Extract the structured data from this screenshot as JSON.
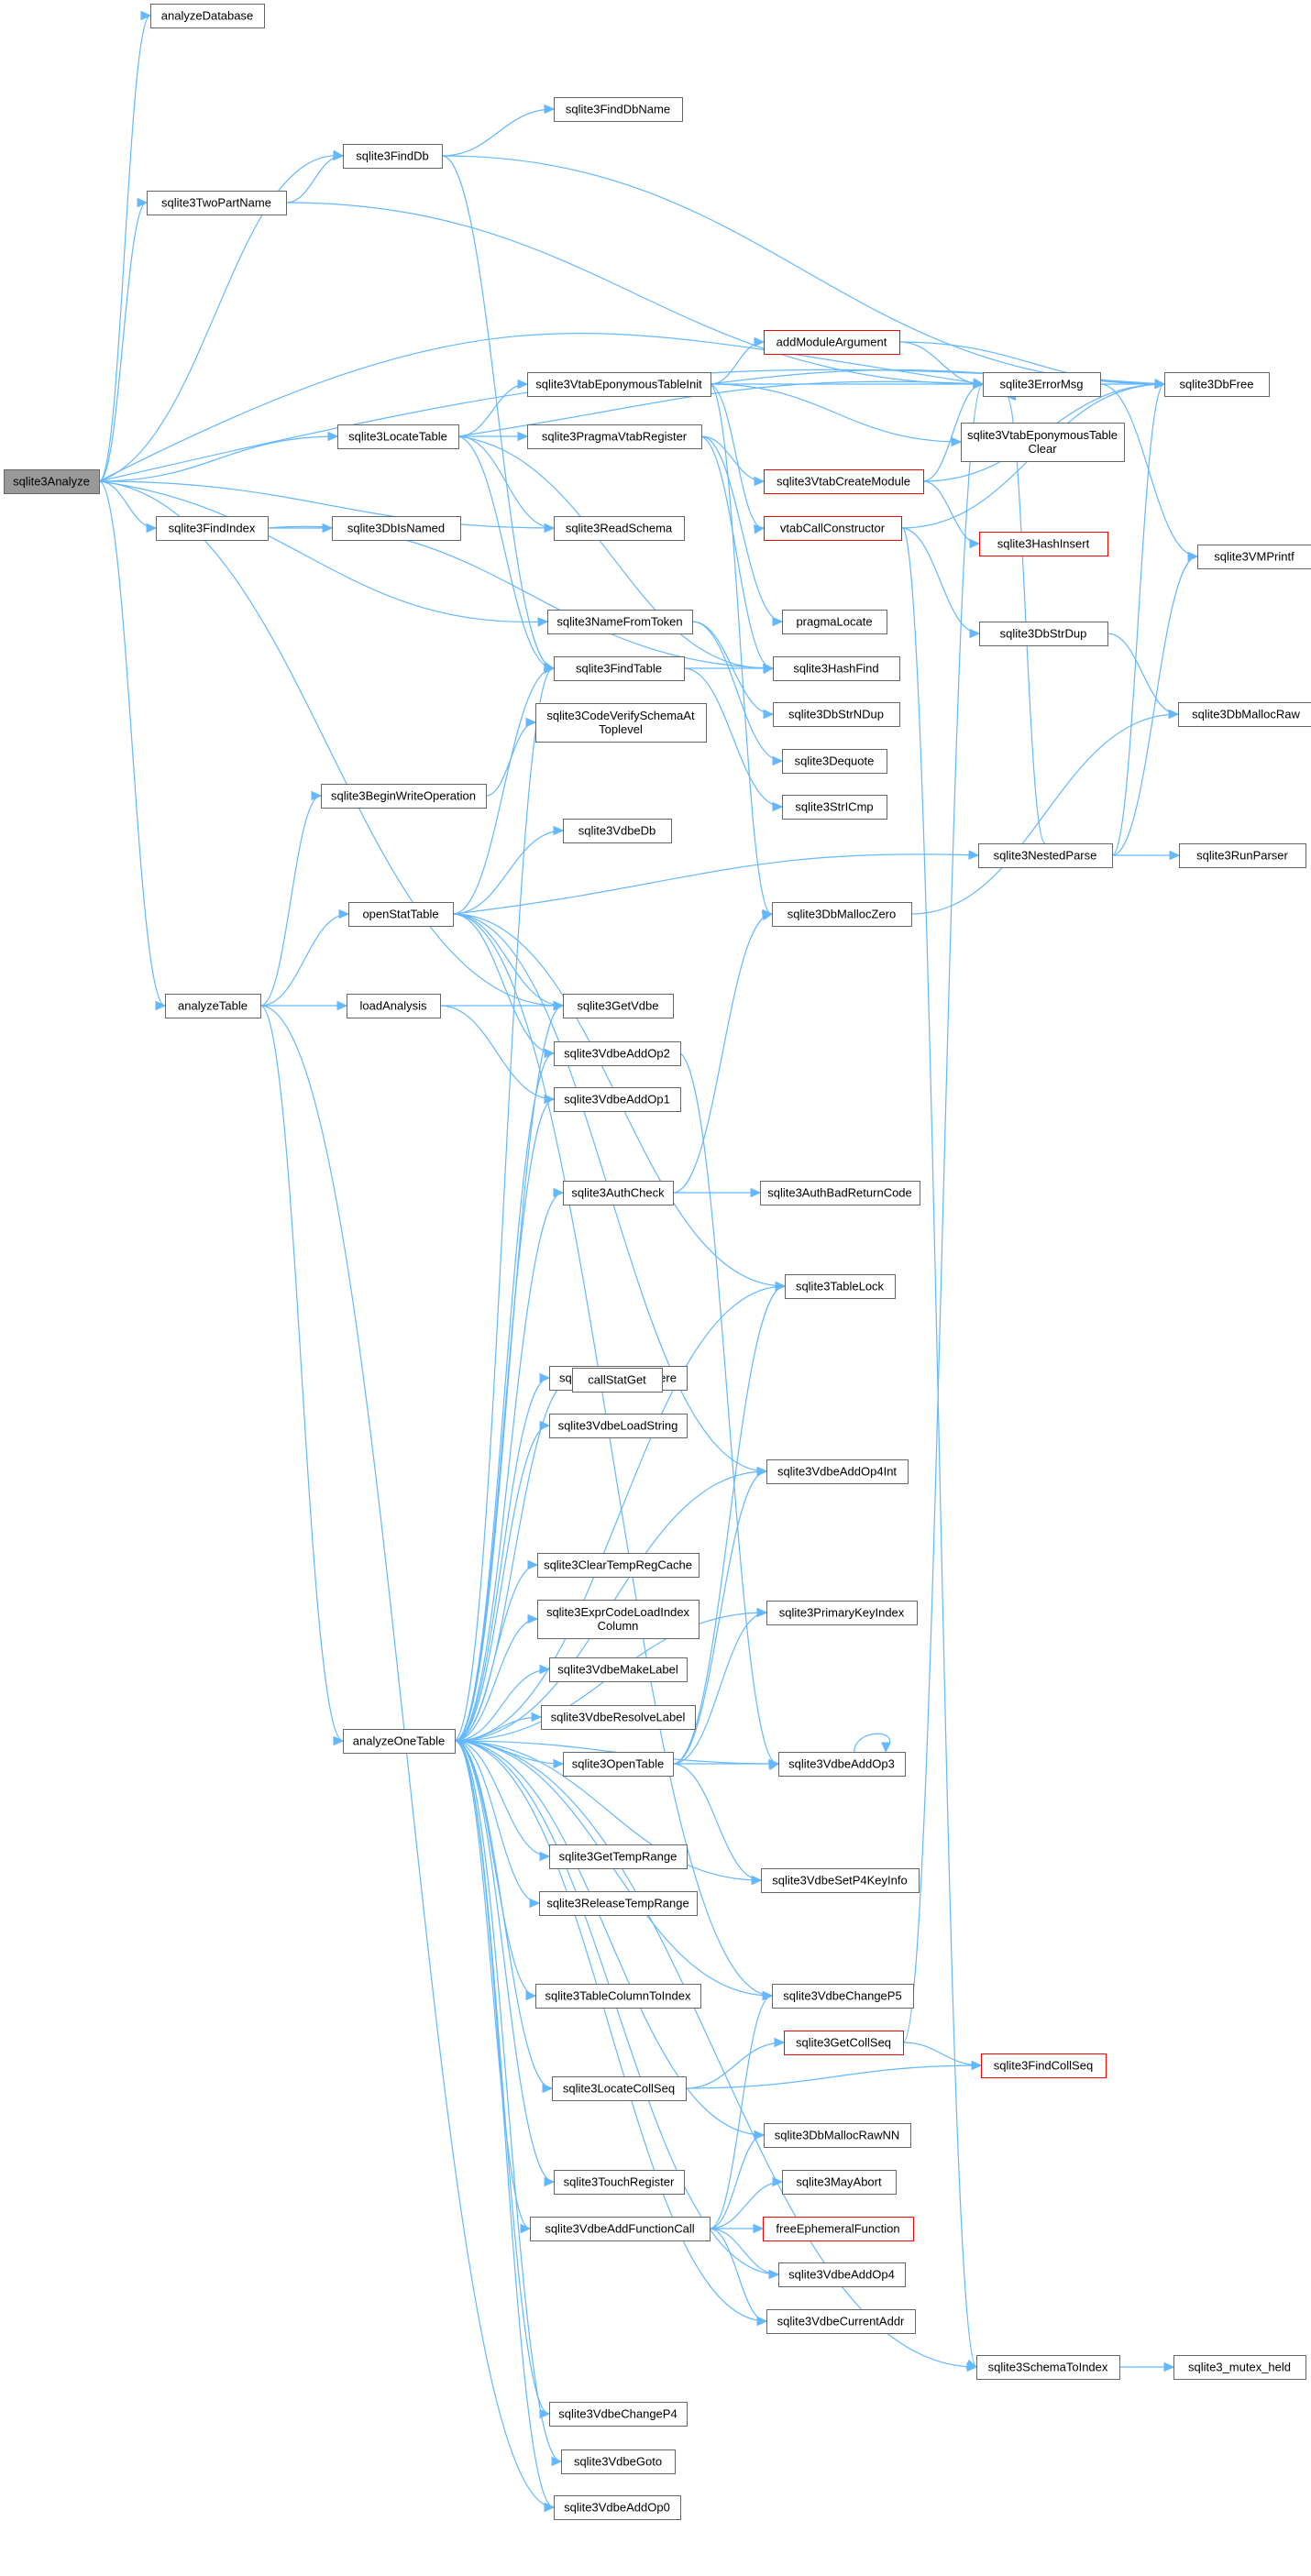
{
  "colors": {
    "edge": "#63b8ff",
    "node_border": "#666666",
    "node_border_truncated": "#ff0000",
    "root_fill": "#999999",
    "node_fill": "#ffffff"
  },
  "nodes": [
    {
      "id": "sqlite3Analyze",
      "lines": [
        "sqlite3Analyze"
      ],
      "root": true
    },
    {
      "id": "analyzeDatabase",
      "lines": [
        "analyzeDatabase"
      ]
    },
    {
      "id": "sqlite3DbFree",
      "lines": [
        "sqlite3DbFree"
      ]
    },
    {
      "id": "sqlite3FindDbName",
      "lines": [
        "sqlite3FindDbName"
      ]
    },
    {
      "id": "sqlite3FindDb",
      "lines": [
        "sqlite3FindDb"
      ]
    },
    {
      "id": "sqlite3TwoPartName",
      "lines": [
        "sqlite3TwoPartName"
      ]
    },
    {
      "id": "addModuleArgument",
      "lines": [
        "addModuleArgument"
      ],
      "truncated": true
    },
    {
      "id": "sqlite3ErrorMsg",
      "lines": [
        "sqlite3ErrorMsg"
      ]
    },
    {
      "id": "sqlite3VtabEponymousTableInit",
      "lines": [
        "sqlite3VtabEponymousTableInit"
      ]
    },
    {
      "id": "sqlite3VtabEponymousTableClear",
      "lines": [
        "sqlite3VtabEponymousTable",
        "Clear"
      ]
    },
    {
      "id": "sqlite3LocateTable",
      "lines": [
        "sqlite3LocateTable"
      ]
    },
    {
      "id": "sqlite3PragmaVtabRegister",
      "lines": [
        "sqlite3PragmaVtabRegister"
      ]
    },
    {
      "id": "sqlite3VtabCreateModule",
      "lines": [
        "sqlite3VtabCreateModule"
      ],
      "truncated": true
    },
    {
      "id": "sqlite3FindIndex",
      "lines": [
        "sqlite3FindIndex"
      ]
    },
    {
      "id": "sqlite3DbIsNamed",
      "lines": [
        "sqlite3DbIsNamed"
      ]
    },
    {
      "id": "sqlite3ReadSchema",
      "lines": [
        "sqlite3ReadSchema"
      ]
    },
    {
      "id": "vtabCallConstructor",
      "lines": [
        "vtabCallConstructor"
      ],
      "truncated": true
    },
    {
      "id": "sqlite3HashInsert",
      "lines": [
        "sqlite3HashInsert"
      ],
      "truncated": true
    },
    {
      "id": "sqlite3VMPrintf",
      "lines": [
        "sqlite3VMPrintf"
      ]
    },
    {
      "id": "pragmaLocate",
      "lines": [
        "pragmaLocate"
      ]
    },
    {
      "id": "sqlite3NameFromToken",
      "lines": [
        "sqlite3NameFromToken"
      ]
    },
    {
      "id": "sqlite3DbStrDup",
      "lines": [
        "sqlite3DbStrDup"
      ]
    },
    {
      "id": "sqlite3FindTable",
      "lines": [
        "sqlite3FindTable"
      ]
    },
    {
      "id": "sqlite3HashFind",
      "lines": [
        "sqlite3HashFind"
      ]
    },
    {
      "id": "sqlite3DbMallocRaw",
      "lines": [
        "sqlite3DbMallocRaw"
      ]
    },
    {
      "id": "sqlite3DbStrNDup",
      "lines": [
        "sqlite3DbStrNDup"
      ]
    },
    {
      "id": "sqlite3CodeVerifySchemaAtToplevel",
      "lines": [
        "sqlite3CodeVerifySchemaAt",
        "Toplevel"
      ]
    },
    {
      "id": "sqlite3Dequote",
      "lines": [
        "sqlite3Dequote"
      ]
    },
    {
      "id": "sqlite3BeginWriteOperation",
      "lines": [
        "sqlite3BeginWriteOperation"
      ]
    },
    {
      "id": "sqlite3StrICmp",
      "lines": [
        "sqlite3StrICmp"
      ]
    },
    {
      "id": "sqlite3VdbeDb",
      "lines": [
        "sqlite3VdbeDb"
      ]
    },
    {
      "id": "sqlite3NestedParse",
      "lines": [
        "sqlite3NestedParse"
      ]
    },
    {
      "id": "sqlite3RunParser",
      "lines": [
        "sqlite3RunParser"
      ]
    },
    {
      "id": "openStatTable",
      "lines": [
        "openStatTable"
      ]
    },
    {
      "id": "sqlite3DbMallocZero",
      "lines": [
        "sqlite3DbMallocZero"
      ]
    },
    {
      "id": "analyzeTable",
      "lines": [
        "analyzeTable"
      ]
    },
    {
      "id": "loadAnalysis",
      "lines": [
        "loadAnalysis"
      ]
    },
    {
      "id": "sqlite3GetVdbe",
      "lines": [
        "sqlite3GetVdbe"
      ]
    },
    {
      "id": "sqlite3VdbeAddOp2",
      "lines": [
        "sqlite3VdbeAddOp2"
      ]
    },
    {
      "id": "sqlite3VdbeAddOp1",
      "lines": [
        "sqlite3VdbeAddOp1"
      ]
    },
    {
      "id": "sqlite3AuthCheck",
      "lines": [
        "sqlite3AuthCheck"
      ]
    },
    {
      "id": "sqlite3AuthBadReturnCode",
      "lines": [
        "sqlite3AuthBadReturnCode"
      ]
    },
    {
      "id": "sqlite3TableLock",
      "lines": [
        "sqlite3TableLock"
      ]
    },
    {
      "id": "sqlite3VdbeJumpHere",
      "lines": [
        "sqlite3VdbeJumpHere"
      ]
    },
    {
      "id": "callStatGet",
      "lines": [
        "callStatGet"
      ]
    },
    {
      "id": "sqlite3VdbeLoadString",
      "lines": [
        "sqlite3VdbeLoadString"
      ]
    },
    {
      "id": "sqlite3VdbeAddOp4Int",
      "lines": [
        "sqlite3VdbeAddOp4Int"
      ]
    },
    {
      "id": "sqlite3ClearTempRegCache",
      "lines": [
        "sqlite3ClearTempRegCache"
      ]
    },
    {
      "id": "sqlite3ExprCodeLoadIndexColumn",
      "lines": [
        "sqlite3ExprCodeLoadIndex",
        "Column"
      ]
    },
    {
      "id": "sqlite3PrimaryKeyIndex",
      "lines": [
        "sqlite3PrimaryKeyIndex"
      ]
    },
    {
      "id": "sqlite3VdbeMakeLabel",
      "lines": [
        "sqlite3VdbeMakeLabel"
      ]
    },
    {
      "id": "sqlite3VdbeResolveLabel",
      "lines": [
        "sqlite3VdbeResolveLabel"
      ]
    },
    {
      "id": "analyzeOneTable",
      "lines": [
        "analyzeOneTable"
      ]
    },
    {
      "id": "sqlite3OpenTable",
      "lines": [
        "sqlite3OpenTable"
      ]
    },
    {
      "id": "sqlite3VdbeAddOp3",
      "lines": [
        "sqlite3VdbeAddOp3"
      ]
    },
    {
      "id": "sqlite3GetTempRange",
      "lines": [
        "sqlite3GetTempRange"
      ]
    },
    {
      "id": "sqlite3VdbeSetP4KeyInfo",
      "lines": [
        "sqlite3VdbeSetP4KeyInfo"
      ]
    },
    {
      "id": "sqlite3ReleaseTempRange",
      "lines": [
        "sqlite3ReleaseTempRange"
      ]
    },
    {
      "id": "sqlite3TableColumnToIndex",
      "lines": [
        "sqlite3TableColumnToIndex"
      ]
    },
    {
      "id": "sqlite3VdbeChangeP5",
      "lines": [
        "sqlite3VdbeChangeP5"
      ]
    },
    {
      "id": "sqlite3GetCollSeq",
      "lines": [
        "sqlite3GetCollSeq"
      ],
      "truncated": true
    },
    {
      "id": "sqlite3LocateCollSeq",
      "lines": [
        "sqlite3LocateCollSeq"
      ]
    },
    {
      "id": "sqlite3FindCollSeq",
      "lines": [
        "sqlite3FindCollSeq"
      ],
      "truncated": true
    },
    {
      "id": "sqlite3DbMallocRawNN",
      "lines": [
        "sqlite3DbMallocRawNN"
      ]
    },
    {
      "id": "sqlite3TouchRegister",
      "lines": [
        "sqlite3TouchRegister"
      ]
    },
    {
      "id": "sqlite3MayAbort",
      "lines": [
        "sqlite3MayAbort"
      ]
    },
    {
      "id": "sqlite3VdbeAddFunctionCall",
      "lines": [
        "sqlite3VdbeAddFunctionCall"
      ]
    },
    {
      "id": "freeEphemeralFunction",
      "lines": [
        "freeEphemeralFunction"
      ],
      "truncated": true
    },
    {
      "id": "sqlite3VdbeAddOp4",
      "lines": [
        "sqlite3VdbeAddOp4"
      ]
    },
    {
      "id": "sqlite3VdbeCurrentAddr",
      "lines": [
        "sqlite3VdbeCurrentAddr"
      ]
    },
    {
      "id": "sqlite3SchemaToIndex",
      "lines": [
        "sqlite3SchemaToIndex"
      ]
    },
    {
      "id": "sqlite3_mutex_held",
      "lines": [
        "sqlite3_mutex_held"
      ]
    },
    {
      "id": "sqlite3VdbeChangeP4",
      "lines": [
        "sqlite3VdbeChangeP4"
      ]
    },
    {
      "id": "sqlite3VdbeGoto",
      "lines": [
        "sqlite3VdbeGoto"
      ]
    },
    {
      "id": "sqlite3VdbeAddOp0",
      "lines": [
        "sqlite3VdbeAddOp0"
      ]
    }
  ]
}
